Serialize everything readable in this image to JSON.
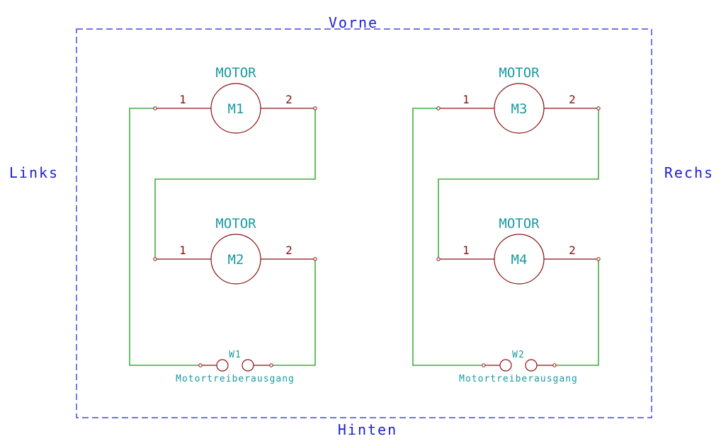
{
  "sides": {
    "front": "Vorne",
    "back": "Hinten",
    "left": "Links",
    "right": "Rechs"
  },
  "motors": [
    {
      "ref": "M1",
      "value": "MOTOR",
      "pin1": "1",
      "pin2": "2"
    },
    {
      "ref": "M2",
      "value": "MOTOR",
      "pin1": "1",
      "pin2": "2"
    },
    {
      "ref": "M3",
      "value": "MOTOR",
      "pin1": "1",
      "pin2": "2"
    },
    {
      "ref": "M4",
      "value": "MOTOR",
      "pin1": "1",
      "pin2": "2"
    }
  ],
  "connectors": [
    {
      "ref": "W1",
      "value": "Motortreiberausgang"
    },
    {
      "ref": "W2",
      "value": "Motortreiberausgang"
    }
  ],
  "colors": {
    "border": "#2020d0",
    "component": "#8a1010",
    "label": "#1a9aa0",
    "wire": "#1a9a1a"
  }
}
